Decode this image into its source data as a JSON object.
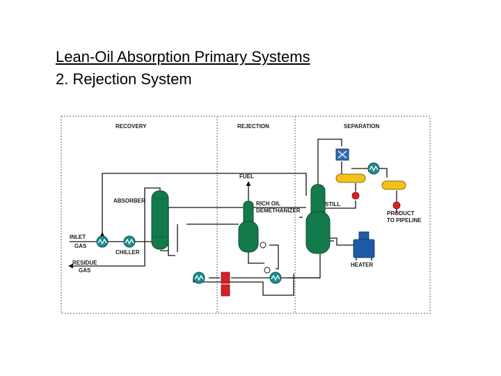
{
  "slide": {
    "title_line1": "Lean-Oil Absorption Primary Systems",
    "title_line2": "2. Rejection System"
  },
  "diagram": {
    "sections": {
      "recovery": "RECOVERY",
      "rejection": "REJECTION",
      "separation": "SEPARATION"
    },
    "labels": {
      "fuel": "FUEL",
      "absorber": "ABSORBER",
      "rich_oil_line1": "RICH OIL",
      "rich_oil_line2": "DEMETHANIZER",
      "still": "STILL",
      "inlet_line1": "INLET",
      "inlet_line2": "GAS",
      "chiller": "CHILLER",
      "residue_line1": "RESIDUE",
      "residue_line2": "GAS",
      "product_line1": "PRODUCT",
      "product_line2": "TO PIPELINE",
      "heater": "HEATER"
    },
    "colors": {
      "vessel": "#137a4c",
      "exchanger": "#1a8f90",
      "pump": "#d81f26",
      "storage": "#f2c21b",
      "heater": "#1f5aa6",
      "frame": "#9a9a9a"
    }
  }
}
